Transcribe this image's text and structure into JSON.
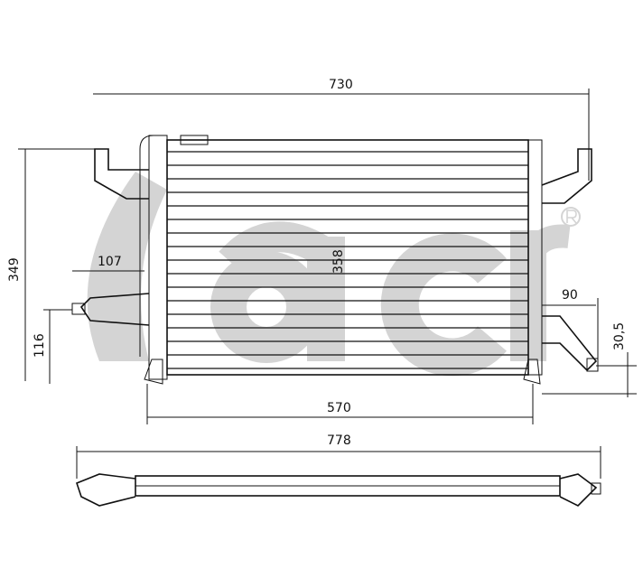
{
  "watermark": {
    "text": "acr",
    "registered": "®",
    "color": "#d4d4d4"
  },
  "dimensions": {
    "overall_width_top": "730",
    "overall_height": "349",
    "left_offset": "107",
    "core_height": "358",
    "lower_height": "116",
    "right_offset": "90",
    "right_height": "30,5",
    "core_width": "570",
    "overall_width_bottom": "778"
  }
}
